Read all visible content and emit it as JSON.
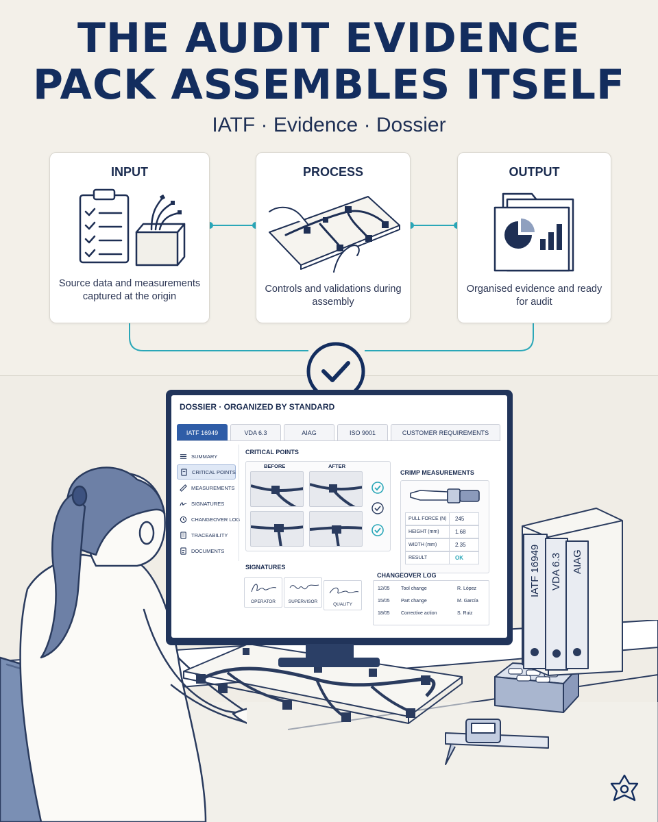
{
  "header": {
    "title_line1": "THE AUDIT EVIDENCE",
    "title_line2": "PACK ASSEMBLES ITSELF",
    "subtitle": "IATF · Evidence · Dossier"
  },
  "flow": {
    "input": {
      "title": "INPUT",
      "desc": "Source data and measurements captured at the origin"
    },
    "process": {
      "title": "PROCESS",
      "desc": "Controls and validations during assembly"
    },
    "output": {
      "title": "OUTPUT",
      "desc": "Organised evidence and ready for audit"
    }
  },
  "dossier": {
    "title": "DOSSIER  ·  ORGANIZED BY STANDARD",
    "tabs": [
      "IATF 16949",
      "VDA 6.3",
      "AIAG",
      "ISO 9001",
      "CUSTOMER REQUIREMENTS"
    ],
    "nav": [
      "SUMMARY",
      "CRITICAL POINTS",
      "MEASUREMENTS",
      "SIGNATURES",
      "CHANGEOVER LOG",
      "TRACEABILITY",
      "DOCUMENTS"
    ],
    "critical_points": {
      "label": "CRITICAL POINTS",
      "before": "BEFORE",
      "after": "AFTER"
    },
    "crimp": {
      "label": "CRIMP MEASUREMENTS",
      "rows": [
        {
          "key": "PULL FORCE (N)",
          "value": "245"
        },
        {
          "key": "HEIGHT (mm)",
          "value": "1.68"
        },
        {
          "key": "WIDTH (mm)",
          "value": "2.35"
        },
        {
          "key": "RESULT",
          "value": "OK"
        }
      ]
    },
    "signatures": {
      "label": "SIGNATURES",
      "roles": [
        "OPERATOR",
        "SUPERVISOR",
        "QUALITY"
      ]
    },
    "changeover": {
      "label": "CHANGEOVER LOG",
      "rows": [
        {
          "date": "12/05",
          "event": "Tool change",
          "person": "R. López"
        },
        {
          "date": "15/05",
          "event": "Part change",
          "person": "M. García"
        },
        {
          "date": "18/05",
          "event": "Corrective action",
          "person": "S. Ruiz"
        }
      ]
    }
  },
  "binders": [
    "IATF 16949",
    "VDA 6.3",
    "AIAG"
  ],
  "colors": {
    "navy": "#132d5e",
    "accent": "#2aa7b8",
    "tab_active": "#2f5da7"
  }
}
